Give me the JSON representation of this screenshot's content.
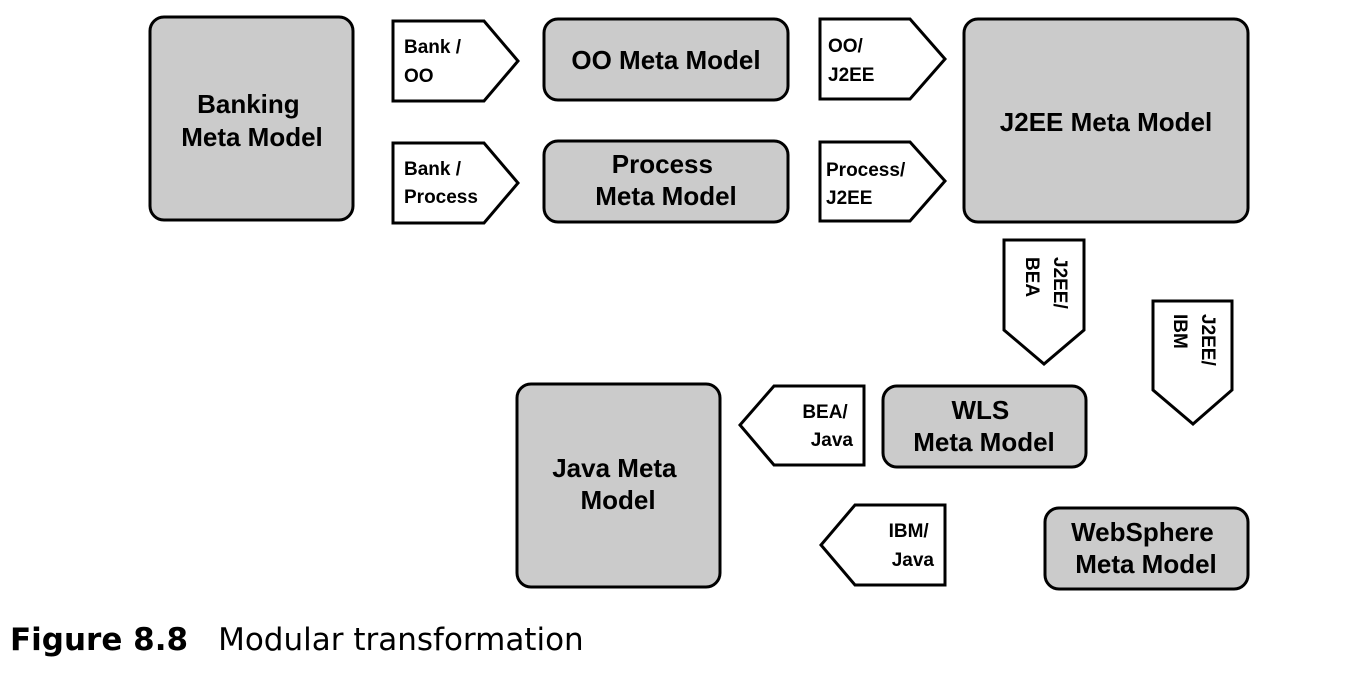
{
  "models": {
    "banking": [
      "Banking",
      "Meta Model"
    ],
    "oo": [
      "OO Meta Model"
    ],
    "process": [
      "Process",
      "Meta Model"
    ],
    "j2ee": [
      "J2EE Meta Model"
    ],
    "java": [
      "Java Meta",
      "Model"
    ],
    "wls": [
      "WLS",
      "Meta Model"
    ],
    "websphere": [
      "WebSphere",
      "Meta Model"
    ]
  },
  "transformations": {
    "bank_oo": [
      "Bank /",
      "OO"
    ],
    "bank_process": [
      "Bank /",
      "Process"
    ],
    "oo_j2ee": [
      "OO/",
      "J2EE"
    ],
    "process_j2ee": [
      "Process/",
      "J2EE"
    ],
    "j2ee_bea": [
      "J2EE/",
      "BEA"
    ],
    "j2ee_ibm": [
      "J2EE/",
      "IBM"
    ],
    "bea_java": [
      "BEA/",
      "Java"
    ],
    "ibm_java": [
      "IBM/",
      "Java"
    ]
  },
  "caption": {
    "number": "Figure 8.8",
    "text": "Modular transformation"
  }
}
